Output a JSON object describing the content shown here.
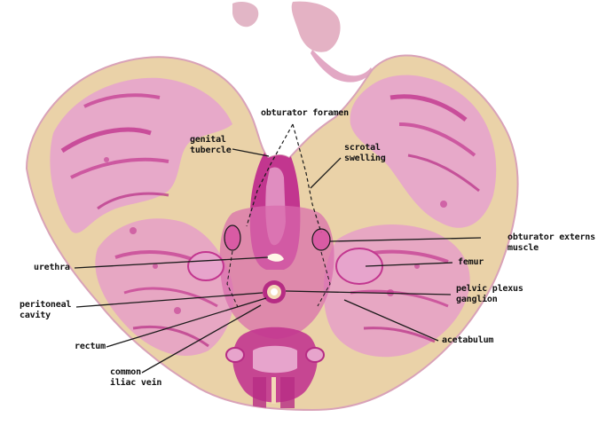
{
  "labels": {
    "obturator_foramen": "obturator foramen",
    "genital_tubercle": {
      "line1": "genital",
      "line2": "tubercle"
    },
    "scrotal_swelling": {
      "line1": "scrotal",
      "line2": "swelling"
    },
    "obturator_externus": {
      "line1": "obturator externs",
      "line2": "muscle"
    },
    "urethra": "urethra",
    "femur": "femur",
    "peritoneal_cavity": {
      "line1": "peritoneal",
      "line2": "cavity"
    },
    "pelvic_plexus": {
      "line1": "pelvic plexus",
      "line2": "ganglion"
    },
    "rectum": "rectum",
    "acetabulum": "acetabulum",
    "common_iliac_vein": {
      "line1": "common",
      "line2": "iliac vein"
    }
  },
  "colors": {
    "tissue_base": "#ead2a8",
    "tissue_pink": "#e7a4cc",
    "tissue_magenta": "#c2368f",
    "tissue_deep": "#a81f78",
    "leader_line": "#1a1a1a"
  }
}
